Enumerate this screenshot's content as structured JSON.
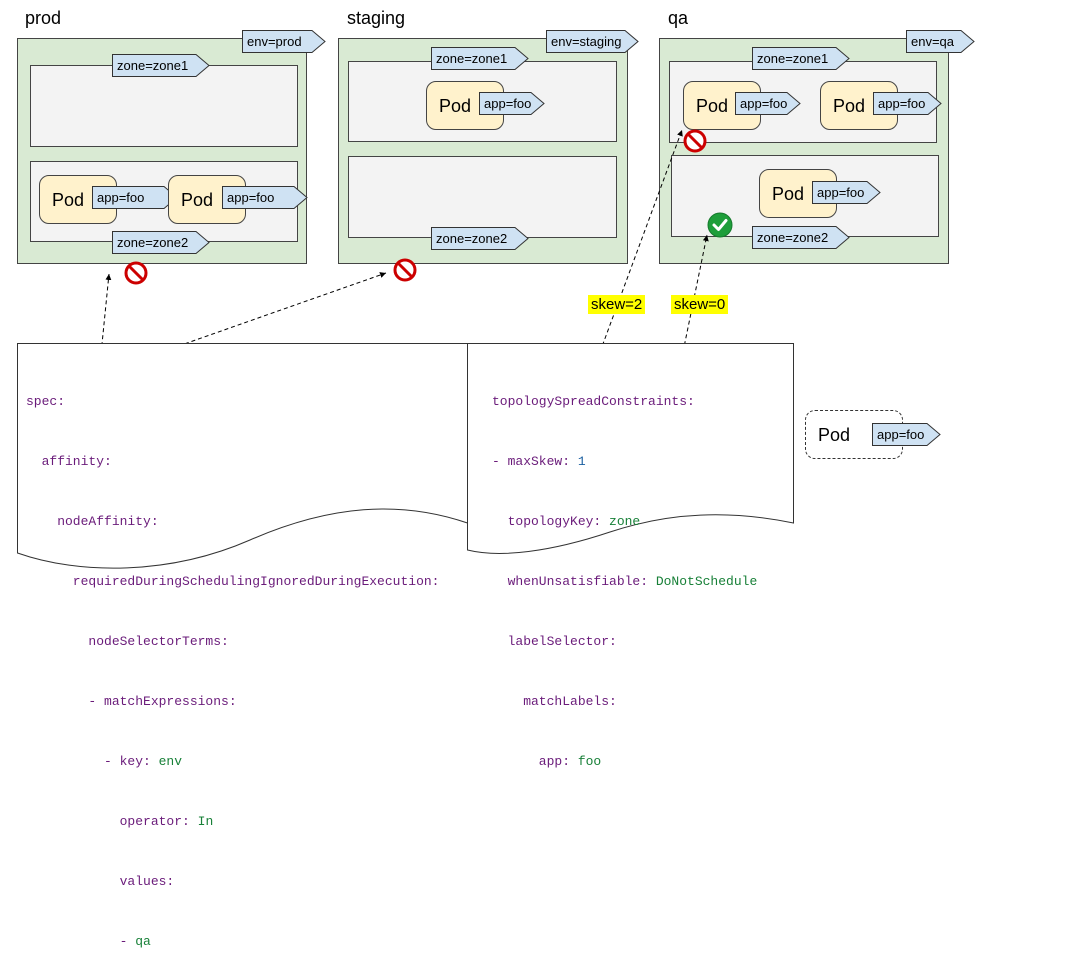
{
  "environments": [
    {
      "title": "prod",
      "env_label": "env=prod",
      "zone1_label": "zone=zone1",
      "zone2_label": "zone=zone2"
    },
    {
      "title": "staging",
      "env_label": "env=staging",
      "zone1_label": "zone=zone1",
      "zone2_label": "zone=zone2"
    },
    {
      "title": "qa",
      "env_label": "env=qa",
      "zone1_label": "zone=zone1",
      "zone2_label": "zone=zone2"
    }
  ],
  "pod": {
    "label": "Pod",
    "app_label": "app=foo"
  },
  "skew_labels": [
    "skew=2",
    "skew=0"
  ],
  "spec_yaml": [
    {
      "key": "spec:",
      "val": ""
    },
    {
      "key": "  affinity:",
      "val": ""
    },
    {
      "key": "    nodeAffinity:",
      "val": ""
    },
    {
      "key": "      requiredDuringSchedulingIgnoredDuringExecution:",
      "val": ""
    },
    {
      "key": "        nodeSelectorTerms:",
      "val": ""
    },
    {
      "key": "        - matchExpressions:",
      "val": ""
    },
    {
      "key": "          - key: ",
      "val": "env"
    },
    {
      "key": "            operator: ",
      "val": "In"
    },
    {
      "key": "            values:",
      "val": ""
    },
    {
      "key": "            - ",
      "val": "qa"
    }
  ],
  "topology_yaml": [
    {
      "key": "topologySpreadConstraints:",
      "val": "",
      "num": ""
    },
    {
      "key": "- maxSkew: ",
      "val": "",
      "num": "1"
    },
    {
      "key": "  topologyKey: ",
      "val": "zone",
      "num": ""
    },
    {
      "key": "  whenUnsatisfiable: ",
      "val": "DoNotSchedule",
      "num": ""
    },
    {
      "key": "  labelSelector:",
      "val": "",
      "num": ""
    },
    {
      "key": "    matchLabels:",
      "val": "",
      "num": ""
    },
    {
      "key": "      app: ",
      "val": "foo",
      "num": ""
    }
  ],
  "colors": {
    "env_fill": "#d9ead3",
    "zone_fill": "#f3f3f3",
    "tag_fill": "#cfe2f3",
    "pod_fill": "#fff2cc",
    "deny": "#cc0000",
    "allow": "#1e9e3a",
    "skew_highlight": "#ffff00"
  }
}
